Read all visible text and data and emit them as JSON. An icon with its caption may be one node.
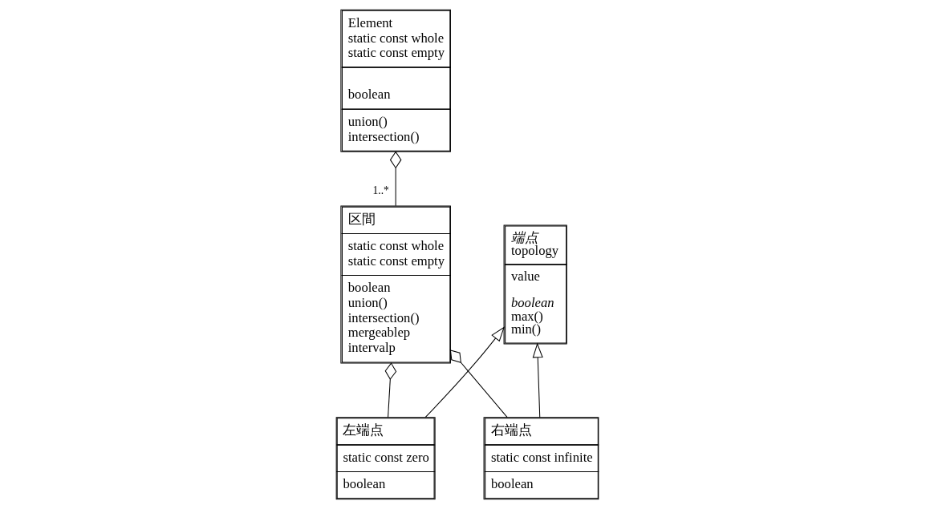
{
  "diagram": {
    "nodes": [
      {
        "text": [
          "区間",
          "static const whole",
          "static const empty",
          "boolean",
          "union()",
          "intersection()",
          "mergeablep",
          "intervalp"
        ]
      },
      {
        "text": [
          "Element",
          "static const whole",
          "static const empty",
          "boolean",
          "union()",
          "intersection()"
        ]
      },
      {
        "text": [
          "端点",
          "topology",
          "value",
          "boolean",
          "max()",
          "min()"
        ]
      },
      {
        "text": [
          "左端点",
          "static const zero",
          "boolean"
        ]
      },
      {
        "text": [
          "右端点",
          "static const infinite",
          "boolean"
        ]
      }
    ],
    "edges": [
      {
        "from": 0,
        "to": 1,
        "arrow": "other",
        "label": "1..*"
      },
      {
        "from": 4,
        "to": 0,
        "arrow": "other"
      },
      {
        "from": 3,
        "to": 0,
        "arrow": "other"
      },
      {
        "from": 3,
        "to": 2,
        "arrow": "to"
      },
      {
        "from": 4,
        "to": 2,
        "arrow": "to"
      }
    ]
  }
}
